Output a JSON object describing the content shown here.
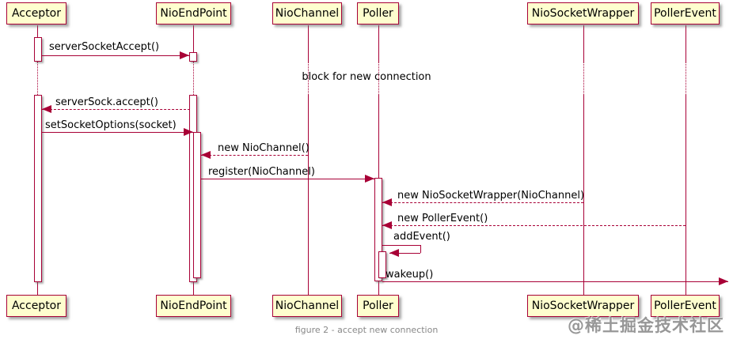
{
  "participants": [
    {
      "label": "Acceptor"
    },
    {
      "label": "NioEndPoint"
    },
    {
      "label": "NioChannel"
    },
    {
      "label": "Poller"
    },
    {
      "label": "NioSocketWrapper"
    },
    {
      "label": "PollerEvent"
    }
  ],
  "messages": [
    {
      "label": "serverSocketAccept()",
      "from": "Acceptor",
      "to": "NioEndPoint",
      "type": "solid"
    },
    {
      "label": "serverSock.accept()",
      "from": "NioEndPoint",
      "to": "Acceptor",
      "type": "dashed"
    },
    {
      "label": "setSocketOptions(socket)",
      "from": "Acceptor",
      "to": "NioEndPoint",
      "type": "solid"
    },
    {
      "label": "new NioChannel()",
      "from": "NioChannel",
      "to": "NioEndPoint",
      "type": "dashed"
    },
    {
      "label": "register(NioChannel)",
      "from": "NioEndPoint",
      "to": "Poller",
      "type": "solid"
    },
    {
      "label": "new NioSocketWrapper(NioChannel)",
      "from": "NioSocketWrapper",
      "to": "Poller",
      "type": "dashed"
    },
    {
      "label": "new PollerEvent()",
      "from": "PollerEvent",
      "to": "Poller",
      "type": "dashed"
    },
    {
      "label": "addEvent()",
      "from": "Poller",
      "to": "Poller",
      "type": "self"
    },
    {
      "label": "wakeup()",
      "from": "Poller",
      "to": "outside-right",
      "type": "solid"
    }
  ],
  "delay_text": "block for new connection",
  "caption": "figure 2 - accept new connection",
  "watermark": "@稀土掘金技术社区",
  "colors": {
    "participant_fill": "#FEFECE",
    "line": "#A80036",
    "text": "#000000",
    "caption_text": "#888888"
  }
}
